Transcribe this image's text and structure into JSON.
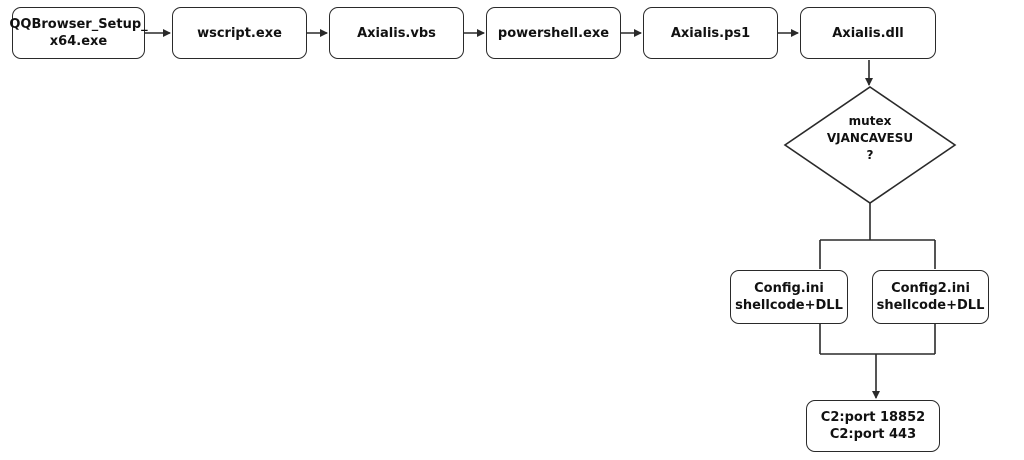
{
  "nodes": {
    "setup": [
      "QQBrowser_Setup_",
      "x64.exe"
    ],
    "wscript": "wscript.exe",
    "vbs": "Axialis.vbs",
    "powershell": "powershell.exe",
    "ps1": "Axialis.ps1",
    "dll": "Axialis.dll",
    "mutex": [
      "mutex",
      "VJANCAVESU",
      "?"
    ],
    "config1": [
      "Config.ini",
      "shellcode+DLL"
    ],
    "config2": [
      "Config2.ini",
      "shellcode+DLL"
    ],
    "c2": [
      "C2:port 18852",
      "C2:port 443"
    ]
  },
  "colors": {
    "stroke": "#2a2a2a",
    "fill": "#ffffff",
    "text": "#111111"
  }
}
